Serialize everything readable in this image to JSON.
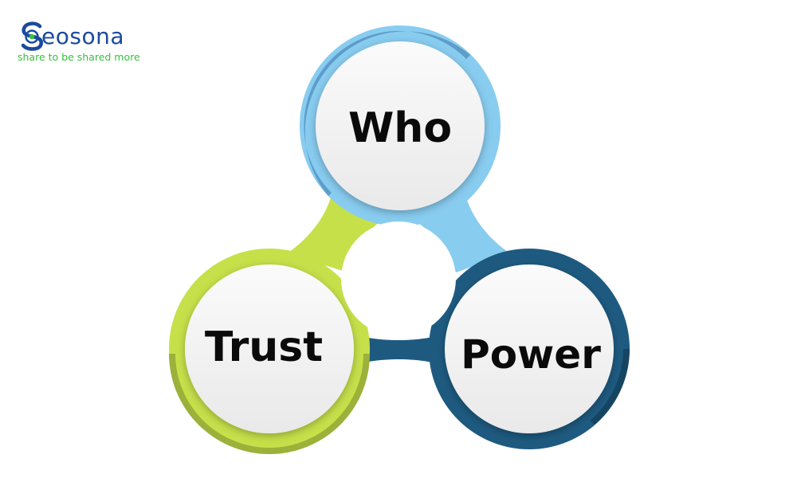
{
  "logo": {
    "name": "Seosona",
    "word": "eosona",
    "tagline": "share to be shared more",
    "word_color": "#1b4a9e",
    "tagline_color": "#35c33a"
  },
  "diagram": {
    "nodes": [
      {
        "id": "who",
        "label": "Who",
        "ring_light": "#88ccf0",
        "ring_dark": "#5e9cc9"
      },
      {
        "id": "trust",
        "label": "Trust",
        "ring_light": "#c6e04a",
        "ring_dark": "#9bb13a"
      },
      {
        "id": "power",
        "label": "Power",
        "ring_light": "#1e5a80",
        "ring_dark": "#164562"
      }
    ],
    "center_color": "#ffffff",
    "disc_color": "#f3f3f3"
  }
}
